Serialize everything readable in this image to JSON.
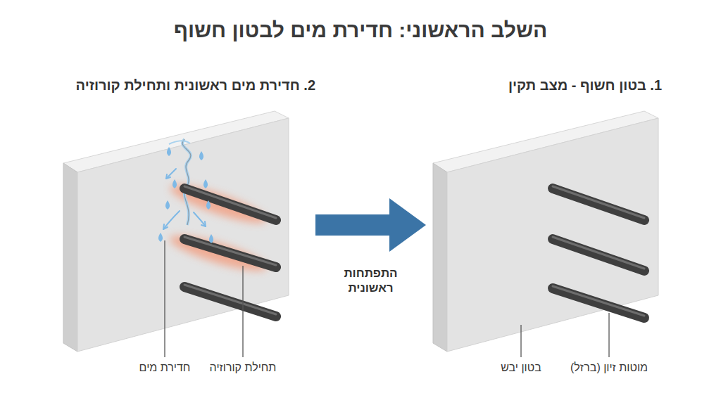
{
  "diagram": {
    "title": "השלב הראשוני: חדירת מים לבטון חשוף",
    "nodes": [
      {
        "text": [
          "1. בטון חשוף - מצב תקין"
        ]
      },
      {
        "text": [
          "2. חדירת מים ראשונית ותחילת קורוזיה"
        ]
      }
    ],
    "edges": [
      {
        "from": 1,
        "to": 0,
        "label": "התפתחות ראשונית",
        "arrow": "to"
      }
    ],
    "labels": [
      "מוטות זיון (ברזל)",
      "בטון יבש",
      "תחילת קורוזיה",
      "חדירת מים"
    ]
  }
}
